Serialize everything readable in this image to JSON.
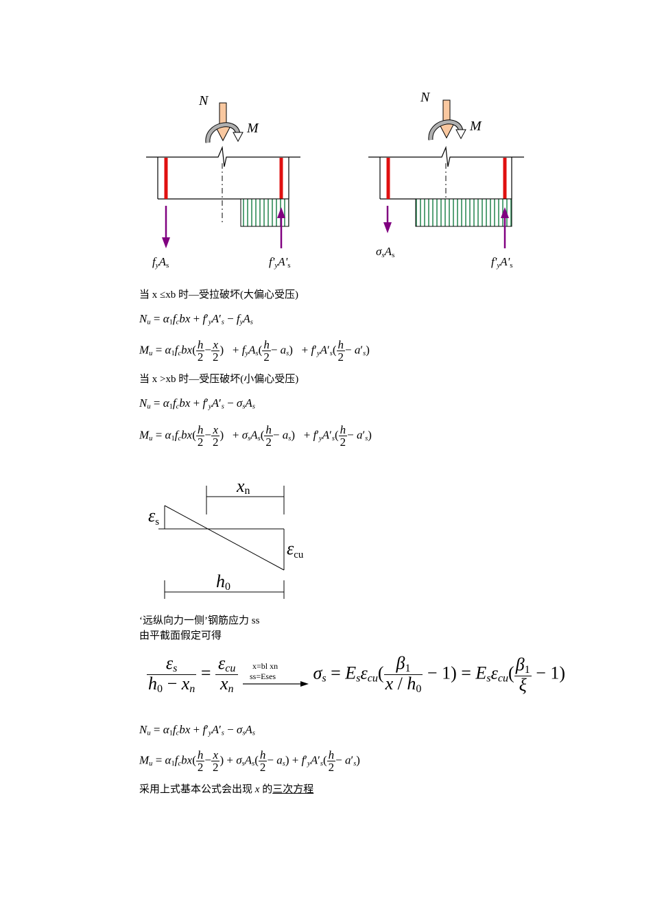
{
  "diagram_top": {
    "left": {
      "N": "N",
      "M": "M",
      "steel_left": "fyAs",
      "steel_right": "f'yA's"
    },
    "right": {
      "N": "N",
      "M": "M",
      "steel_left": "σsAs",
      "steel_right": "f'yA's"
    }
  },
  "text": {
    "case1": "当 x ≤xb 时—受拉破坏(大偏心受压)",
    "case2": "当 x >xb 时—受压破坏(小偏心受压)",
    "steel_stress": "‘远纵向力一侧’钢筋应力 ss",
    "plane_section": "由平截面假定可得",
    "conclusion_prefix": "采用上式基本公式会出现 ",
    "conclusion_x": "x",
    "conclusion_mid": " 的",
    "conclusion_underlined": "三次方程"
  },
  "strain_diagram": {
    "xn": "xn",
    "es": "εs",
    "ecu": "εcu",
    "h0": "h0"
  },
  "arrow_labels": {
    "top": "x=bl xn",
    "bottom": "ss=Eses"
  }
}
